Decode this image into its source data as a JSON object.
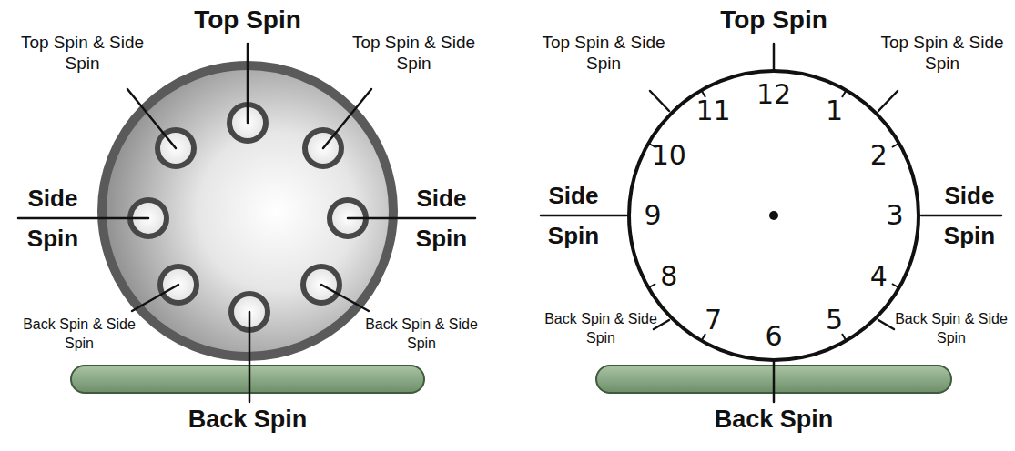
{
  "diagram": {
    "nodes": [
      {
        "text": [
          "12",
          "1",
          "2",
          "3",
          "4",
          "5",
          "6",
          "7",
          "8",
          "9",
          "10",
          "11"
        ]
      }
    ],
    "labels": [
      "Top Spin",
      "Top Spin & Side Spin",
      "Top Spin & Side Spin",
      "Side Spin",
      "Side Spin",
      "Back Spin & Side Spin",
      "Back Spin & Side Spin",
      "Back Spin",
      "Top Spin",
      "Top Spin & Side Spin",
      "Top Spin & Side Spin",
      "Side Spin",
      "Side Spin",
      "Back Spin & Side Spin",
      "Back Spin & Side Spin",
      "Back Spin"
    ]
  }
}
